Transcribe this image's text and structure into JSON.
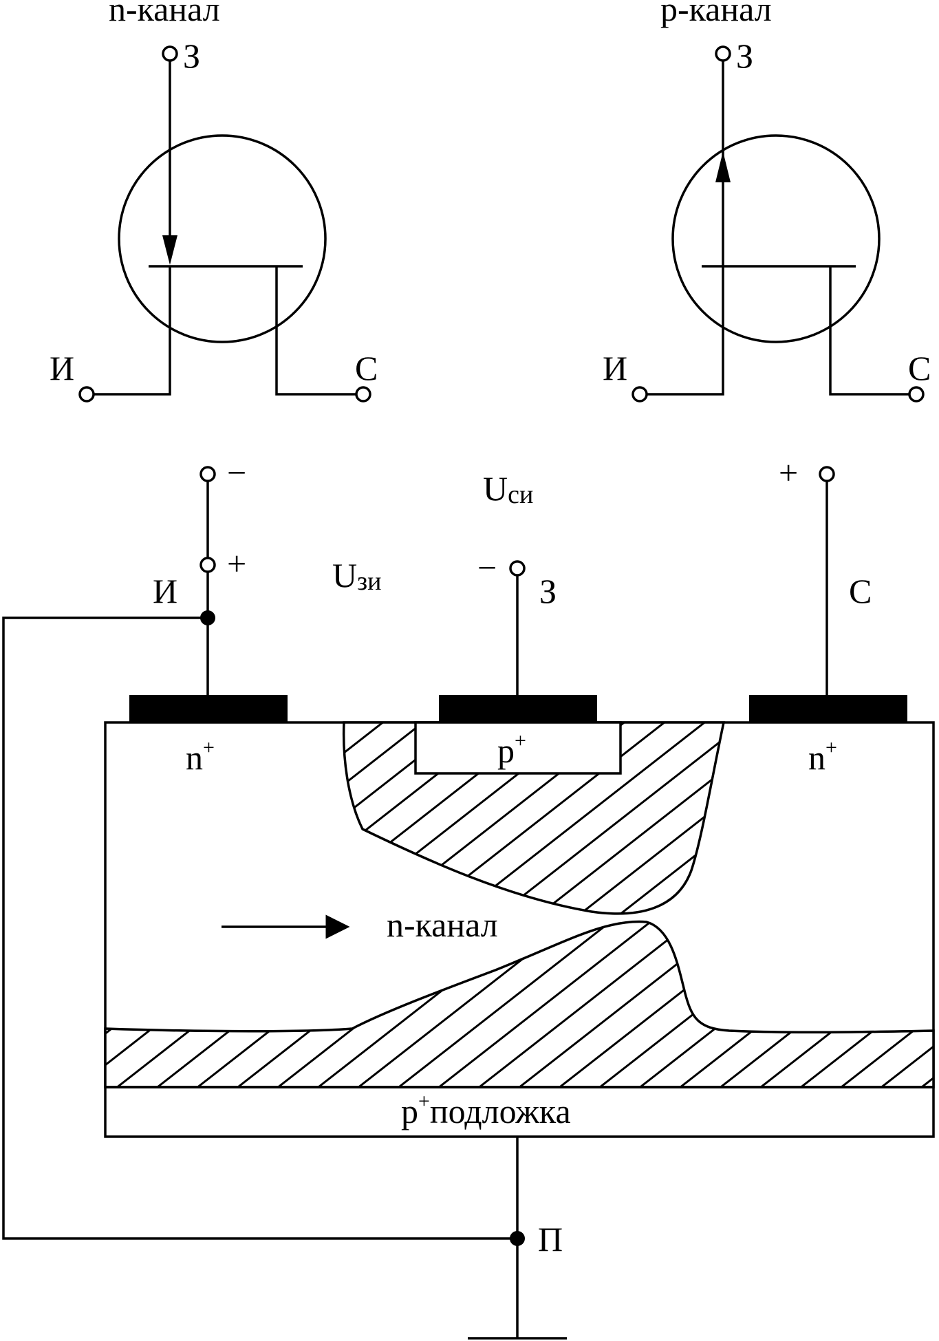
{
  "symbols": {
    "n_channel": {
      "title": "n-канал",
      "gate": "З",
      "source": "И",
      "drain": "С"
    },
    "p_channel": {
      "title": "p-канал",
      "gate": "З",
      "source": "И",
      "drain": "С"
    }
  },
  "structure": {
    "source_label": "И",
    "gate_label": "З",
    "drain_label": "С",
    "substrate_terminal": "П",
    "u_ds_main": "U",
    "u_ds_sub": "си",
    "u_gs_main": "U",
    "u_gs_sub": "зи",
    "minus": "−",
    "plus": "+",
    "n_plus_left": "n",
    "n_plus_right": "n",
    "p_plus_gate": "p",
    "plus_sup": "+",
    "substrate_p": "p",
    "substrate_text": "подложка",
    "channel_label": "n-канал"
  }
}
